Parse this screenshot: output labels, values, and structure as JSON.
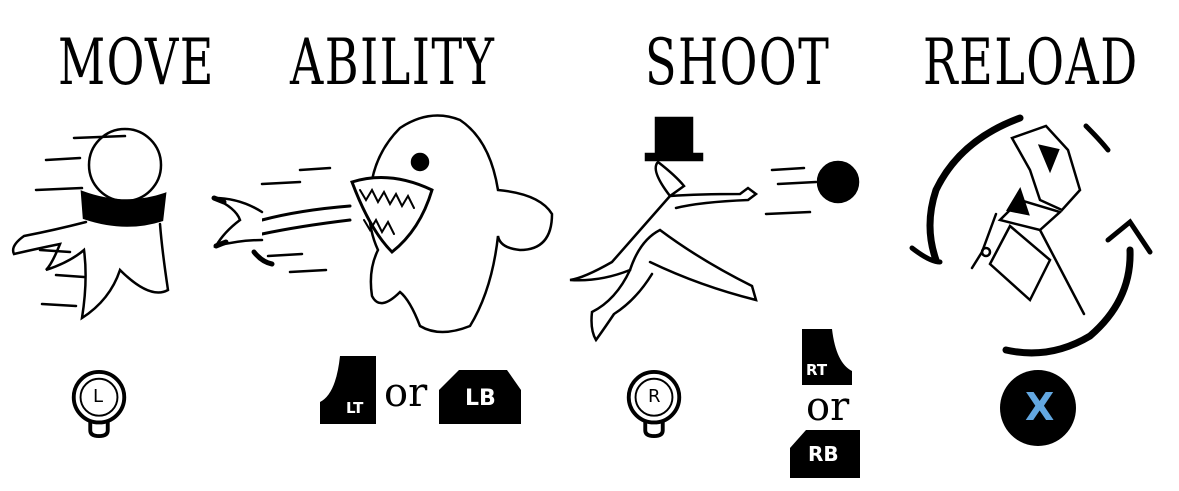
{
  "actions": [
    {
      "title": "MOVE"
    },
    {
      "title": "ABILITY"
    },
    {
      "title": "SHOOT"
    },
    {
      "title": "RELOAD"
    }
  ],
  "controls": {
    "move_stick": "L",
    "ability_trigger": "LT",
    "ability_bumper": "LB",
    "shoot_stick": "R",
    "shoot_trigger": "RT",
    "shoot_bumper": "RB",
    "reload_button": "X",
    "or_text": "or"
  },
  "icons": {
    "move": "running-ball-icon",
    "ability": "monster-tongue-icon",
    "shoot": "tophat-thrower-icon",
    "reload": "spinning-creature-icon"
  },
  "colors": {
    "ink": "#000000",
    "x_button": "#63a7e0"
  }
}
